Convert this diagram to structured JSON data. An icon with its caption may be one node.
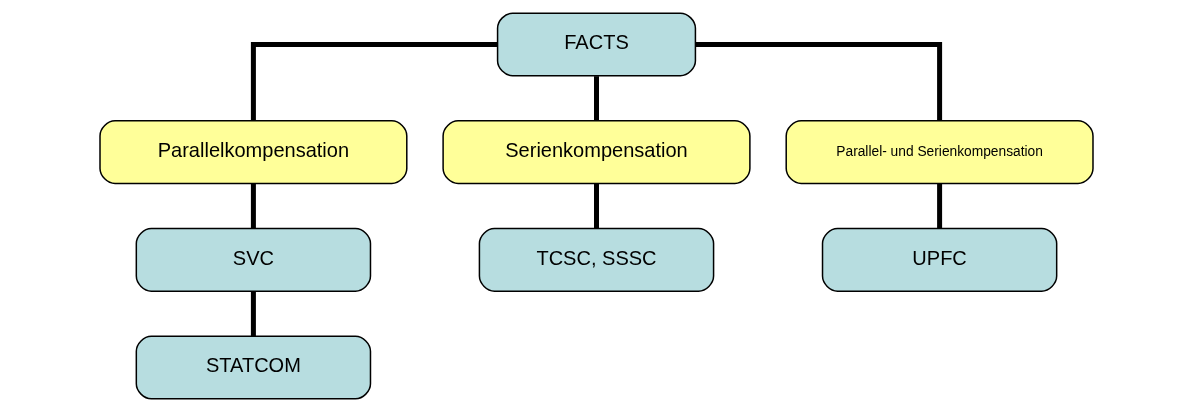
{
  "diagram": {
    "nodes": [
      {
        "text": [
          "FACTS"
        ]
      },
      {
        "text": [
          "Parallelkompensation"
        ]
      },
      {
        "text": [
          "Serienkompensation"
        ]
      },
      {
        "text": [
          "Parallel- und Serienkompensation"
        ]
      },
      {
        "text": [
          "SVC"
        ]
      },
      {
        "text": [
          "STATCOM"
        ]
      },
      {
        "text": [
          "TCSC, SSSC"
        ]
      },
      {
        "text": [
          "UPFC"
        ]
      }
    ],
    "edges": [
      {
        "from": 0,
        "to": 1,
        "arrow": "none"
      },
      {
        "from": 0,
        "to": 2,
        "arrow": "none"
      },
      {
        "from": 0,
        "to": 3,
        "arrow": "none"
      },
      {
        "from": 1,
        "to": 4,
        "arrow": "none"
      },
      {
        "from": 4,
        "to": 5,
        "arrow": "none"
      },
      {
        "from": 2,
        "to": 6,
        "arrow": "none"
      },
      {
        "from": 3,
        "to": 7,
        "arrow": "none"
      }
    ]
  }
}
